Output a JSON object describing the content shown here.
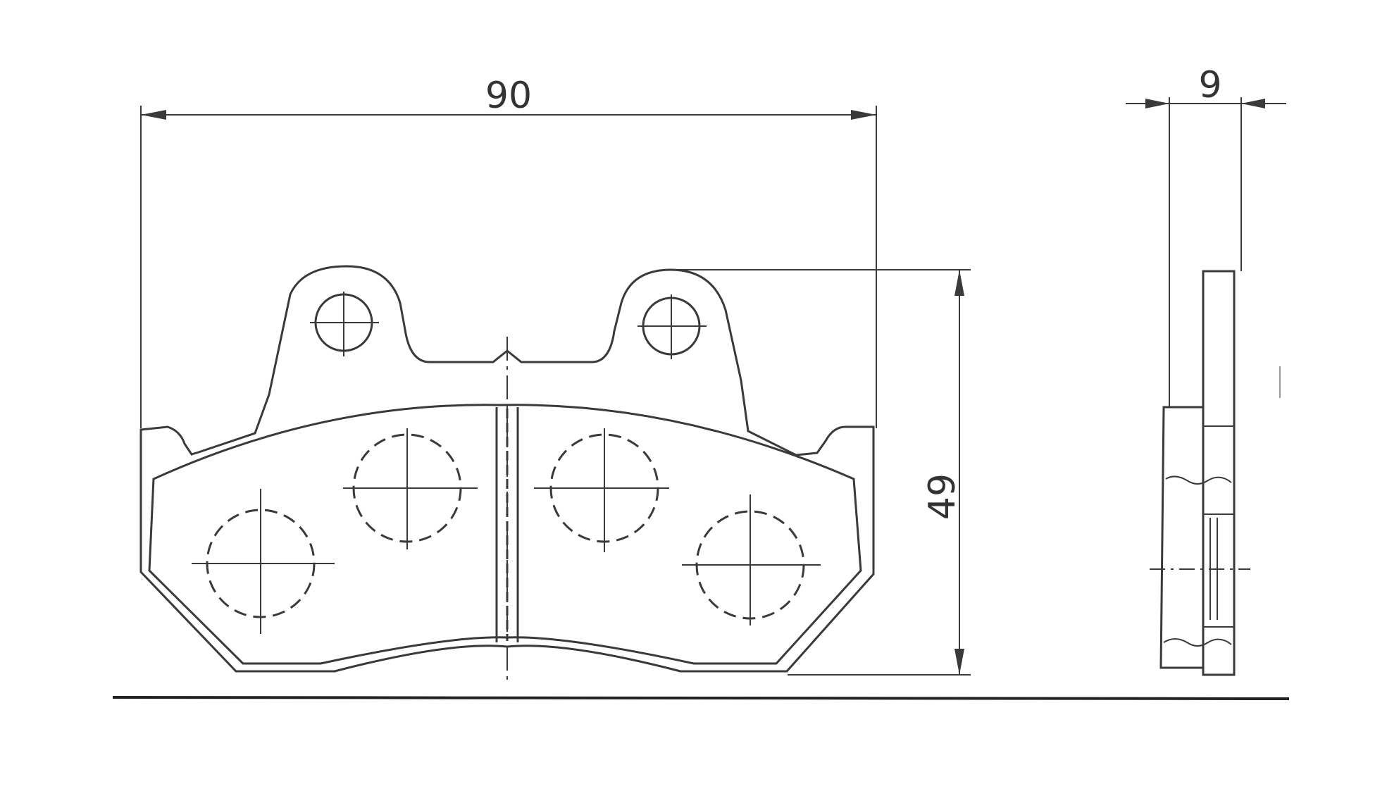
{
  "drawing": {
    "title": "",
    "dimensions": {
      "width": "90",
      "height": "49",
      "thickness": "9"
    },
    "colors": {
      "line": "#3a3a3a",
      "background": "#ffffff"
    }
  }
}
